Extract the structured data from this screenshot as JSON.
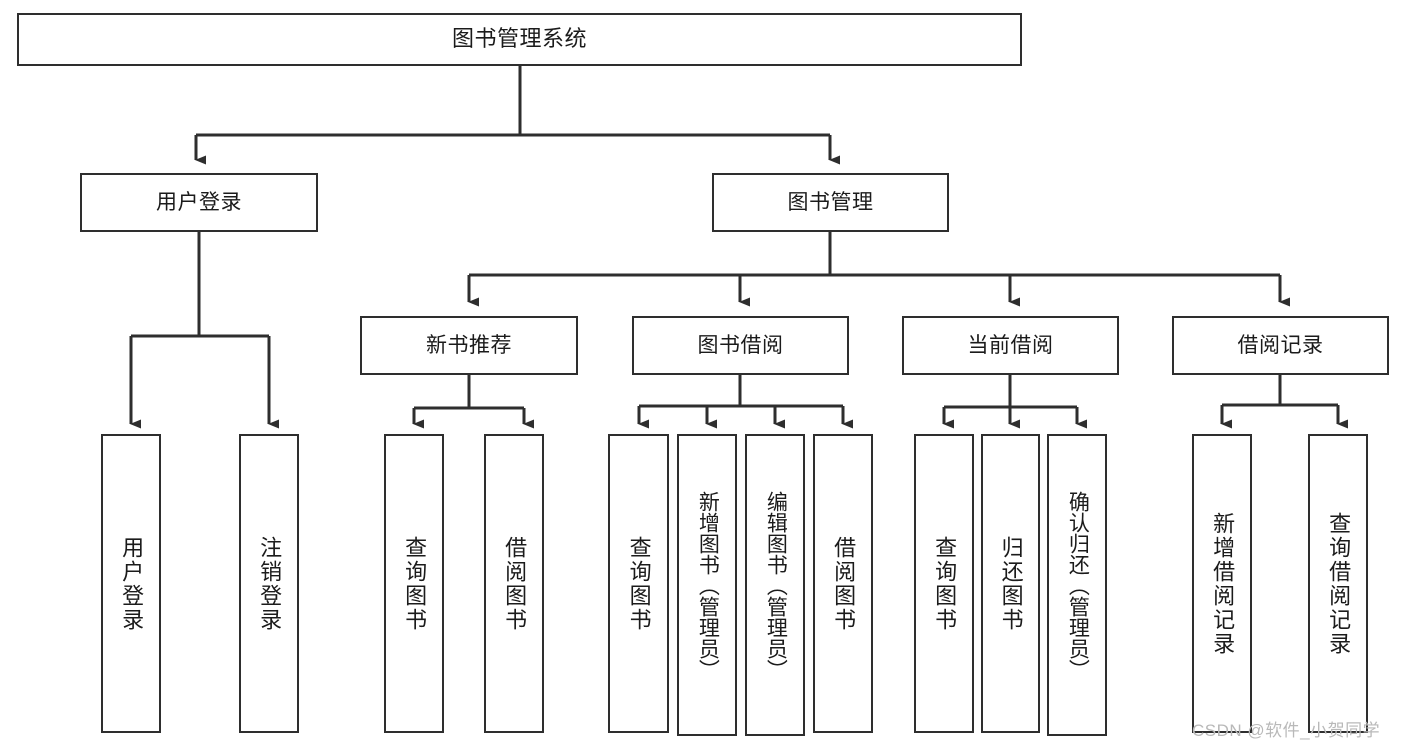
{
  "diagram": {
    "type": "hierarchy-tree",
    "title": "图书管理系统",
    "watermark": "CSDN @软件_小贺同学",
    "colors": {
      "stroke": "#2e2e2e",
      "fill": "#ffffff",
      "text": "#1b1b1b",
      "watermark": "#b9b9b9"
    },
    "nodes": {
      "root": {
        "label": "图书管理系统"
      },
      "level2": [
        {
          "label": "用户登录"
        },
        {
          "label": "图书管理"
        }
      ],
      "level3": [
        {
          "label": "新书推荐"
        },
        {
          "label": "图书借阅"
        },
        {
          "label": "当前借阅"
        },
        {
          "label": "借阅记录"
        }
      ],
      "leaves": {
        "user_login": [
          {
            "label": "用户登录"
          },
          {
            "label": "注销登录"
          }
        ],
        "new_book_recommend": [
          {
            "label": "查询图书"
          },
          {
            "label": "借阅图书"
          }
        ],
        "book_borrow": [
          {
            "label": "查询图书"
          },
          {
            "label": "新增图书（管理员）"
          },
          {
            "label": "编辑图书（管理员）"
          },
          {
            "label": "借阅图书"
          }
        ],
        "current_borrow": [
          {
            "label": "查询图书"
          },
          {
            "label": "归还图书"
          },
          {
            "label": "确认归还（管理员）"
          }
        ],
        "borrow_record": [
          {
            "label": "新增借阅记录"
          },
          {
            "label": "查询借阅记录"
          }
        ]
      }
    }
  }
}
